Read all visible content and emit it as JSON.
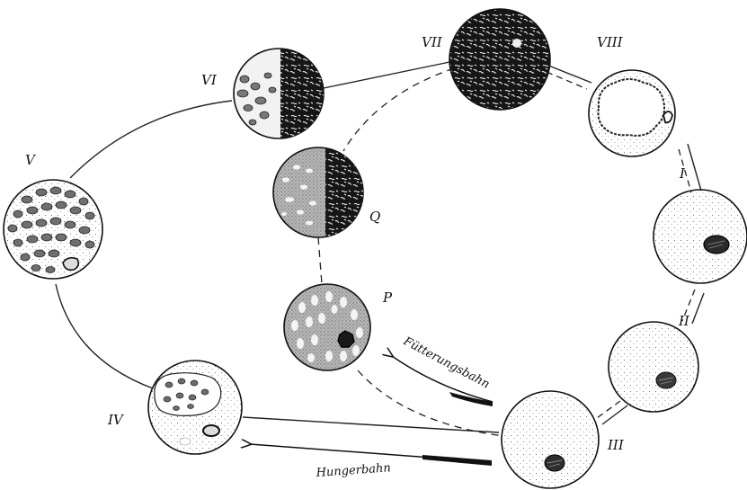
{
  "cell_labels": {
    "I": "I",
    "II": "II",
    "III": "III",
    "IV": "IV",
    "V": "V",
    "VI": "VI",
    "VII": "VII",
    "VIII": "VIII",
    "P": "P",
    "Q": "Q"
  },
  "pathways": {
    "feeding": "Fütterungsbahn",
    "hunger": "Hungerbahn"
  }
}
